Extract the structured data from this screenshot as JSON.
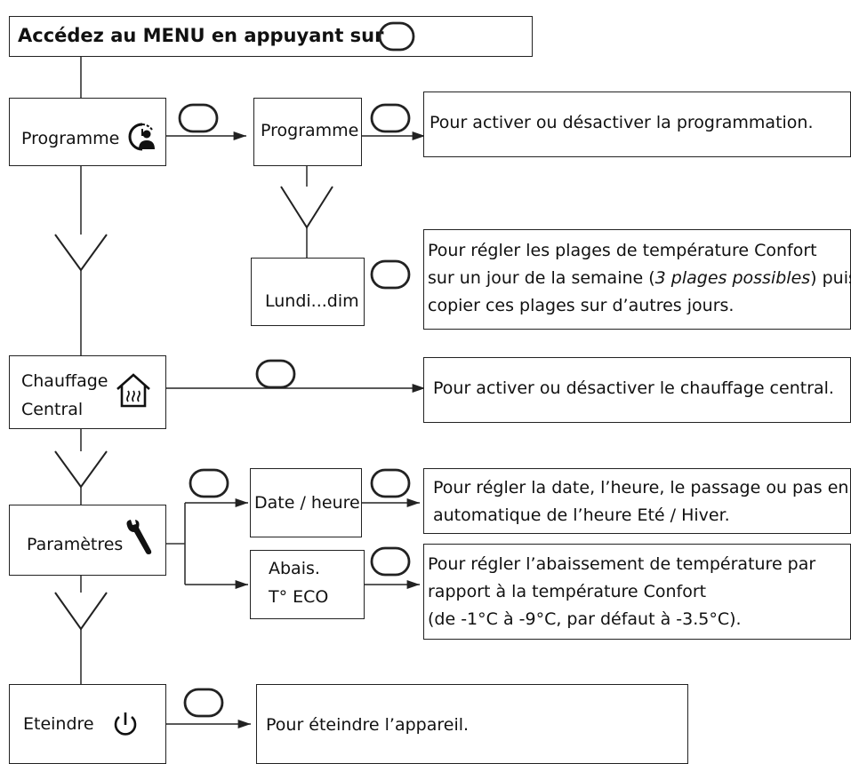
{
  "header": {
    "text": "Accédez au MENU en appuyant sur"
  },
  "nodes": {
    "programme": "Programme",
    "programme_sub": "Programme",
    "lundi": "Lundi...dim",
    "chauffage_line1": "Chauffage",
    "chauffage_line2": "Central",
    "parametres": "Paramètres",
    "date_heure": "Date / heure",
    "abais_line1": "Abais.",
    "abais_line2": "T° ECO",
    "eteindre": "Eteindre"
  },
  "descriptions": {
    "programme": "Pour activer ou désactiver la programmation.",
    "lundi_line1": "Pour régler les plages de température Confort",
    "lundi_line2_a": "sur un jour de la semaine (",
    "lundi_line2_em": "3 plages possibles",
    "lundi_line2_b": ") puis",
    "lundi_line3": "copier ces plages sur d’autres jours.",
    "chauffage": "Pour activer ou désactiver le chauffage central.",
    "date_line1": "Pour régler la date, l’heure, le passage ou pas en",
    "date_line2": "automatique de l’heure Eté / Hiver.",
    "abais_line1": "Pour régler l’abaissement de température par",
    "abais_line2": "rapport à la température Confort",
    "abais_line3": "(de -1°C à -9°C, par défaut à -3.5°C).",
    "eteindre": "Pour éteindre l’appareil."
  },
  "icons": [
    "ok-button-icon",
    "program-clock-icon",
    "heating-house-icon",
    "wrench-icon",
    "power-icon",
    "chevron-down-icon"
  ]
}
